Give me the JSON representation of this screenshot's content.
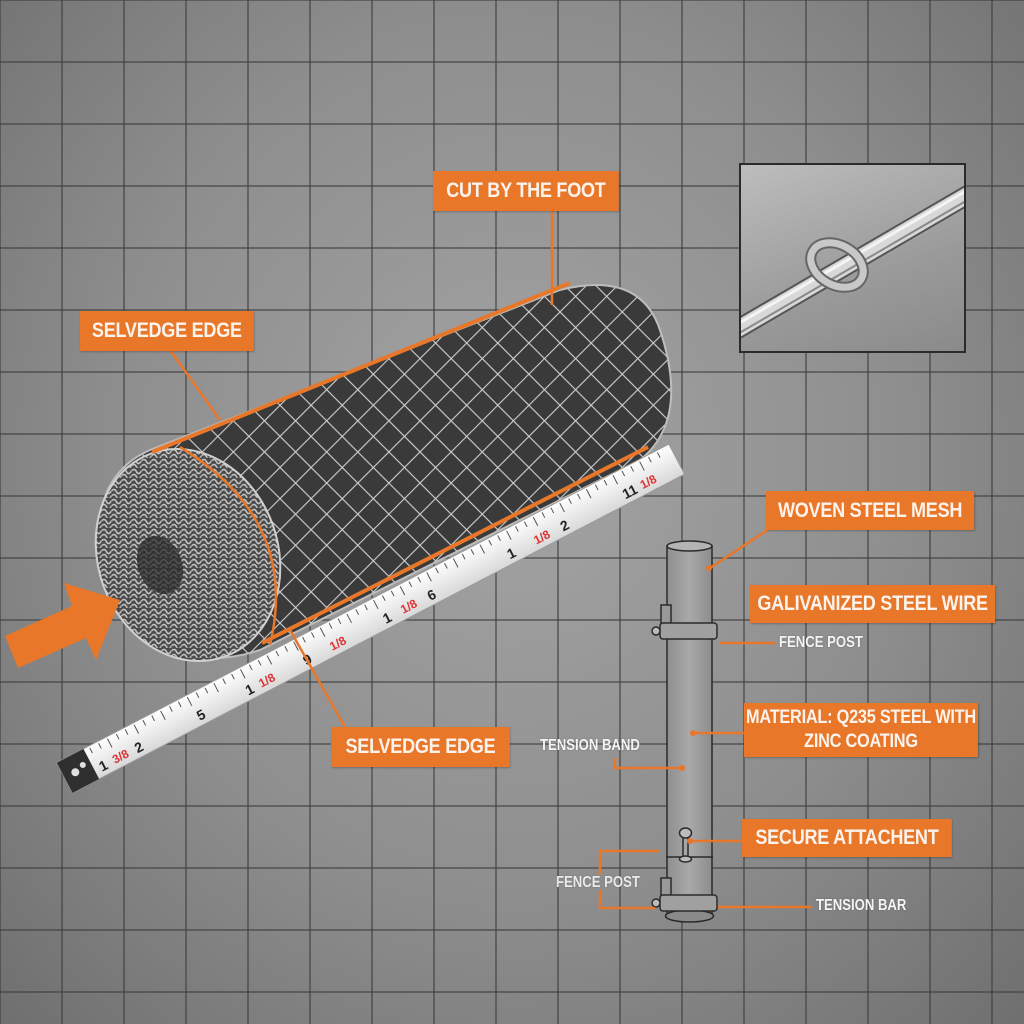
{
  "colors": {
    "accent": "#e8772a",
    "background": "#8e8e8e",
    "grid_line": "#4a4a4a",
    "label_text": "#fbf3ec"
  },
  "diagram": {
    "subject": "Chain link fence mesh roll with tape measure and fence post",
    "callouts": {
      "cut_by_the_foot": "CUT BY THE FOOT",
      "selvedge_edge_top": "SELVEDGE EDGE",
      "selvedge_edge_bottom": "SELVEDGE EDGE",
      "woven_steel_mesh": "WOVEN STEEL MESH",
      "galvanized_steel_wire": "GALIVANIZED STEEL WIRE",
      "material_line1": "MATERIAL: Q235 STEEL WITH",
      "material_line2": "ZINC COATING",
      "secure_attachment": "SECURE ATTACHENT"
    },
    "plain_labels": {
      "fence_post": "FENCE POST",
      "tension_band": "TENSION BAND",
      "tension_bar": "TENSION BAR",
      "fence_post_garbled": "FENCE POST"
    },
    "tape_measure_marks": [
      "1",
      "2",
      "5",
      "1",
      "9",
      "1",
      "6",
      "1",
      "2",
      "1",
      "11"
    ],
    "inset": "Close-up of wire loop tie on stranded steel wire",
    "arrow": "orange arrow pointing to roll end"
  }
}
